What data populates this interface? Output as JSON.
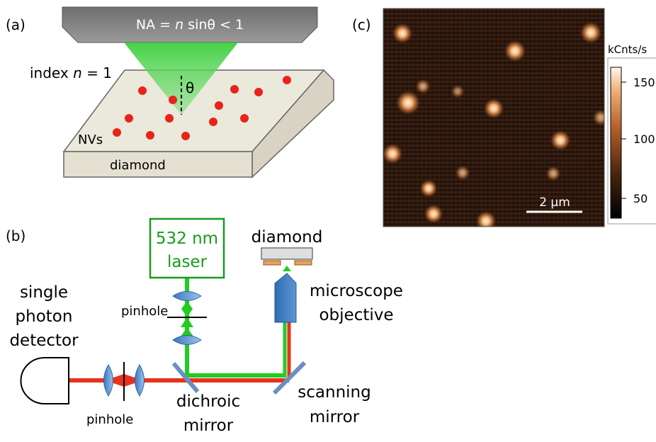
{
  "panel_labels": {
    "a": "(a)",
    "b": "(b)",
    "c": "(c)"
  },
  "panel_a": {
    "objective_label_pre": "NA = ",
    "objective_label_n": "n",
    "objective_label_post": " sinθ < 1",
    "index_label_pre": "index ",
    "index_label_n": "n",
    "index_label_post": " = 1",
    "theta": "θ",
    "nvs_label": "NVs",
    "diamond_label": "diamond",
    "nv_color": "#e8231c",
    "cone_color": "#5cd65c",
    "slab_color": "#ebe8dc"
  },
  "panel_b": {
    "laser_line1": "532 nm",
    "laser_line2": "laser",
    "laser_color": "#1a9a1a",
    "diamond_label": "diamond",
    "pinhole_top": "pinhole",
    "pinhole_bottom": "pinhole",
    "detector_line1": "single",
    "detector_line2": "photon",
    "detector_line3": "detector",
    "microscope_line1": "microscope",
    "microscope_line2": "objective",
    "dichroic_line1": "dichroic",
    "dichroic_line2": "mirror",
    "scanning_line1": "scanning",
    "scanning_line2": "mirror",
    "green_beam_color": "#22cc22",
    "red_beam_color": "#e8321c",
    "optics_color": "#4a86c8"
  },
  "panel_c": {
    "colorbar_unit": "kCnts/s",
    "colorbar_ticks": [
      "150",
      "100",
      "50"
    ],
    "scalebar_label": "2 μm"
  }
}
